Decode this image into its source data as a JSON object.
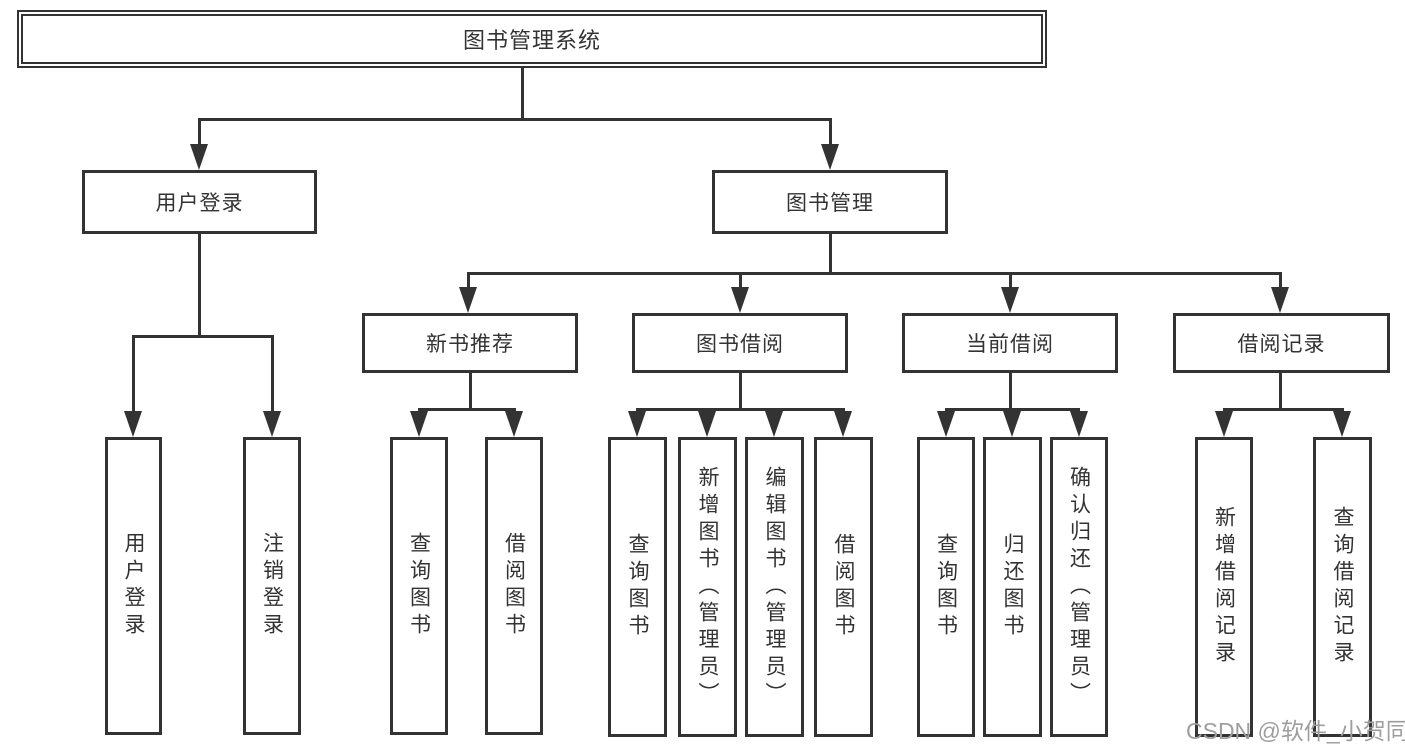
{
  "title": "图书管理系统",
  "watermark": "CSDN @软件_小贺同学",
  "colors": {
    "line": "#333333",
    "text": "#333333",
    "watermark": "#9e9e9e",
    "background": "#ffffff"
  },
  "tree": {
    "root": "图书管理系统",
    "branches": [
      {
        "label": "用户登录",
        "children": [
          "用户登录",
          "注销登录"
        ]
      },
      {
        "label": "图书管理",
        "sections": [
          {
            "label": "新书推荐",
            "children": [
              "查询图书",
              "借阅图书"
            ]
          },
          {
            "label": "图书借阅",
            "children": [
              "查询图书",
              "新增图书（管理员）",
              "编辑图书（管理员）",
              "借阅图书"
            ]
          },
          {
            "label": "当前借阅",
            "children": [
              "查询图书",
              "归还图书",
              "确认归还（管理员）"
            ]
          },
          {
            "label": "借阅记录",
            "children": [
              "新增借阅记录",
              "查询借阅记录"
            ]
          }
        ]
      }
    ]
  }
}
